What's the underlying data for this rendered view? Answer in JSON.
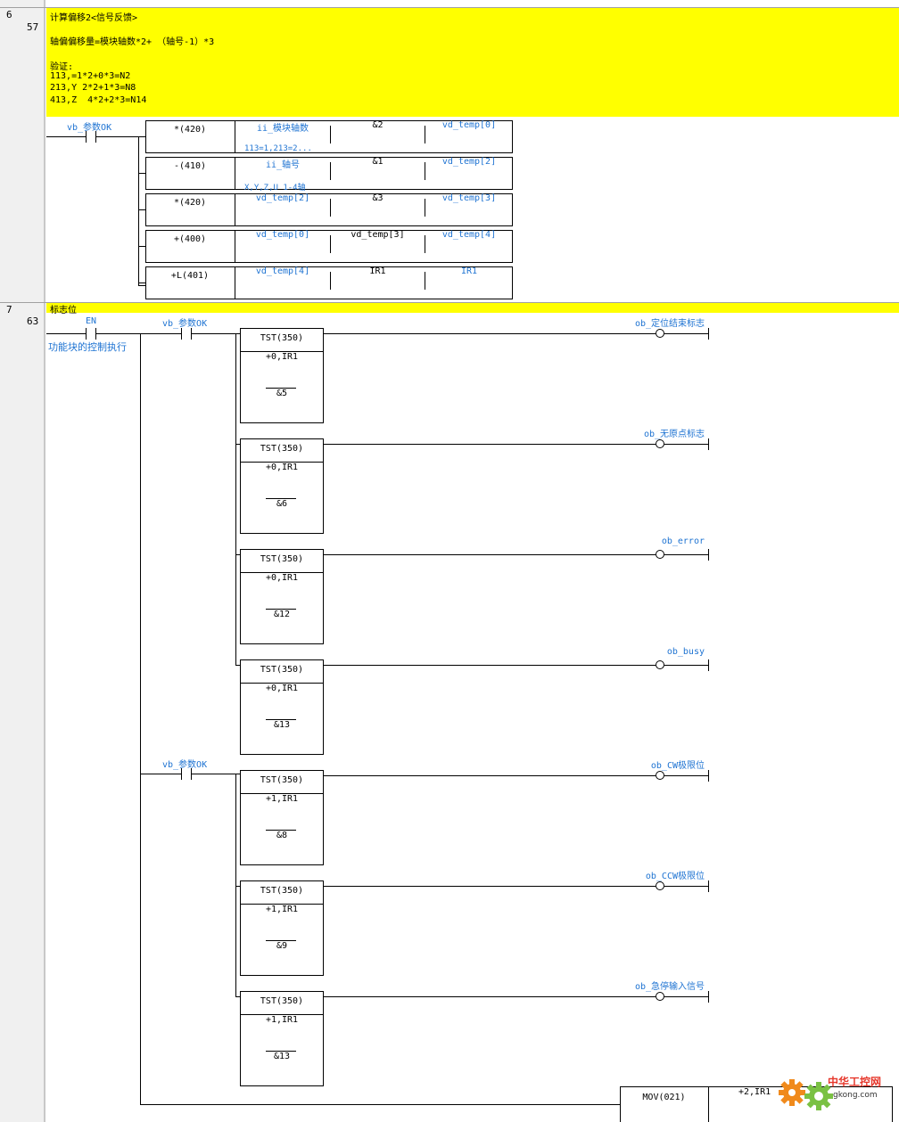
{
  "rungs": [
    {
      "number": "6",
      "step": "57"
    },
    {
      "number": "7",
      "step": "63"
    }
  ],
  "rung6": {
    "comment_lines": [
      "计算偏移2<信号反馈>",
      "",
      "轴偏偏移量=模块轴数*2+ （轴号-1）*3",
      "",
      "验证:",
      "113,=1*2+0*3=N2",
      "213,Y 2*2+1*3=N8",
      "413,Z  4*2+2*3=N14"
    ],
    "contact": "vb_参数OK",
    "blocks": [
      {
        "op": "*(420)",
        "a": "ii_模块轴数",
        "a_note": "113=1,213=2...",
        "b": "&2",
        "c": "vd_temp[0]"
      },
      {
        "op": "-(410)",
        "a": "ii_轴号",
        "a_note": "X,Y,Z,U 1-4轴",
        "b": "&1",
        "c": "vd_temp[2]"
      },
      {
        "op": "*(420)",
        "a": "vd_temp[2]",
        "a_note": "",
        "b": "&3",
        "c": "vd_temp[3]"
      },
      {
        "op": "+(400)",
        "a": "vd_temp[0]",
        "a_note": "",
        "b": "vd_temp[3]",
        "c": "vd_temp[4]"
      },
      {
        "op": "+L(401)",
        "a": "vd_temp[4]",
        "a_note": "",
        "b": "IR1",
        "c": "IR1"
      }
    ]
  },
  "rung7": {
    "comment": "标志位",
    "en_label": "EN",
    "en_note": "功能块的控制执行",
    "contact_1": "vb_参数OK",
    "contact_2": "vb_参数OK",
    "tst": [
      {
        "op": "TST(350)",
        "src": "+0,IR1",
        "bit": "&5",
        "coil": "ob_定位结束标志"
      },
      {
        "op": "TST(350)",
        "src": "+0,IR1",
        "bit": "&6",
        "coil": "ob_无原点标志"
      },
      {
        "op": "TST(350)",
        "src": "+0,IR1",
        "bit": "&12",
        "coil": "ob_error"
      },
      {
        "op": "TST(350)",
        "src": "+0,IR1",
        "bit": "&13",
        "coil": "ob_busy"
      },
      {
        "op": "TST(350)",
        "src": "+1,IR1",
        "bit": "&8",
        "coil": "ob_CW极限位"
      },
      {
        "op": "TST(350)",
        "src": "+1,IR1",
        "bit": "&9",
        "coil": "ob_CCW极限位"
      },
      {
        "op": "TST(350)",
        "src": "+1,IR1",
        "bit": "&13",
        "coil": "ob_急停输入信号"
      }
    ],
    "mov": {
      "op": "MOV(021)",
      "src": "+2,IR1"
    }
  },
  "watermark": {
    "name": "中华工控网",
    "url": "gkong.com"
  },
  "colors": {
    "comment_bg": "#ffff00",
    "variable": "#1e73d2",
    "gutter": "#f0f0f0"
  }
}
